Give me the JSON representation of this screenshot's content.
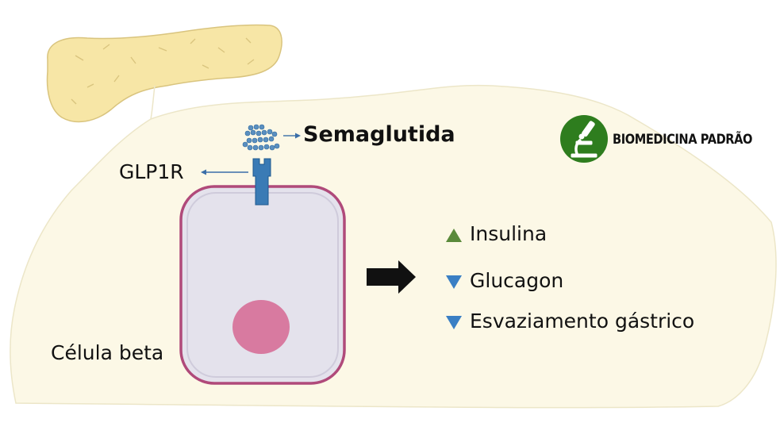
{
  "labels": {
    "drug": "Semaglutida",
    "receptor": "GLP1R",
    "cell": "Célula beta"
  },
  "effects": [
    {
      "text": "Insulina",
      "direction": "up"
    },
    {
      "text": "Glucagon",
      "direction": "down"
    },
    {
      "text": "Esvaziamento gástrico",
      "direction": "down"
    }
  ],
  "logo": {
    "text": "BIOMEDICINA PADRÃO",
    "icon": "microscope-icon",
    "color": "#2e7d1e"
  },
  "colors": {
    "background": "#fcf8e6",
    "pancreas": "#f7e6a6",
    "cell_fill": "#e4e2ec",
    "cell_membrane": "#b04a7a",
    "nucleus": "#d87aa0",
    "receptor": "#3a7bb5",
    "up_marker": "#5a8a3a",
    "down_marker": "#3a7fc4"
  }
}
